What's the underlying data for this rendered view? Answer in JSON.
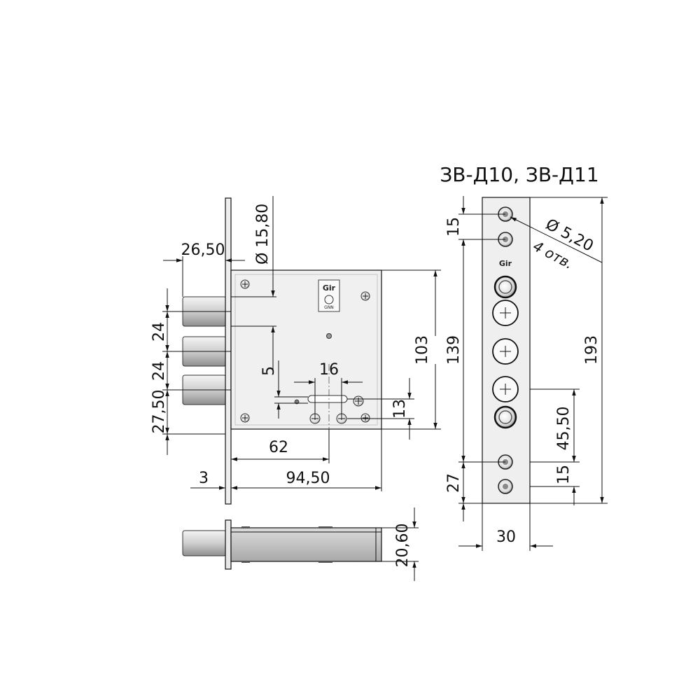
{
  "title": "ЗВ-Д10, ЗВ-Д11",
  "logo_text": "Gir",
  "logo_small_text": "GNN",
  "dimensions": {
    "bolt_projection": "26,50",
    "cylinder_diameter": "Ø 15,80",
    "bolt_spacing_upper": "24",
    "bolt_spacing_lower": "24",
    "bolt_from_bottom": "27,50",
    "keyhole_offset": "5",
    "keyhole_spacing": "16",
    "keyhole_height": "13",
    "backset": "62",
    "faceplate_thickness": "3",
    "case_width": "94,50",
    "case_height": "103",
    "strike_hole_diameter": "Ø 5,20",
    "strike_hole_count": "4 отв.",
    "strike_top_hole_spacing": "15",
    "strike_center_span": "139",
    "strike_lower_offset": "45,50",
    "strike_bottom_hole_spacing": "15",
    "strike_bottom_margin": "27",
    "strike_total_height": "193",
    "strike_width": "30",
    "case_depth": "20,60"
  }
}
